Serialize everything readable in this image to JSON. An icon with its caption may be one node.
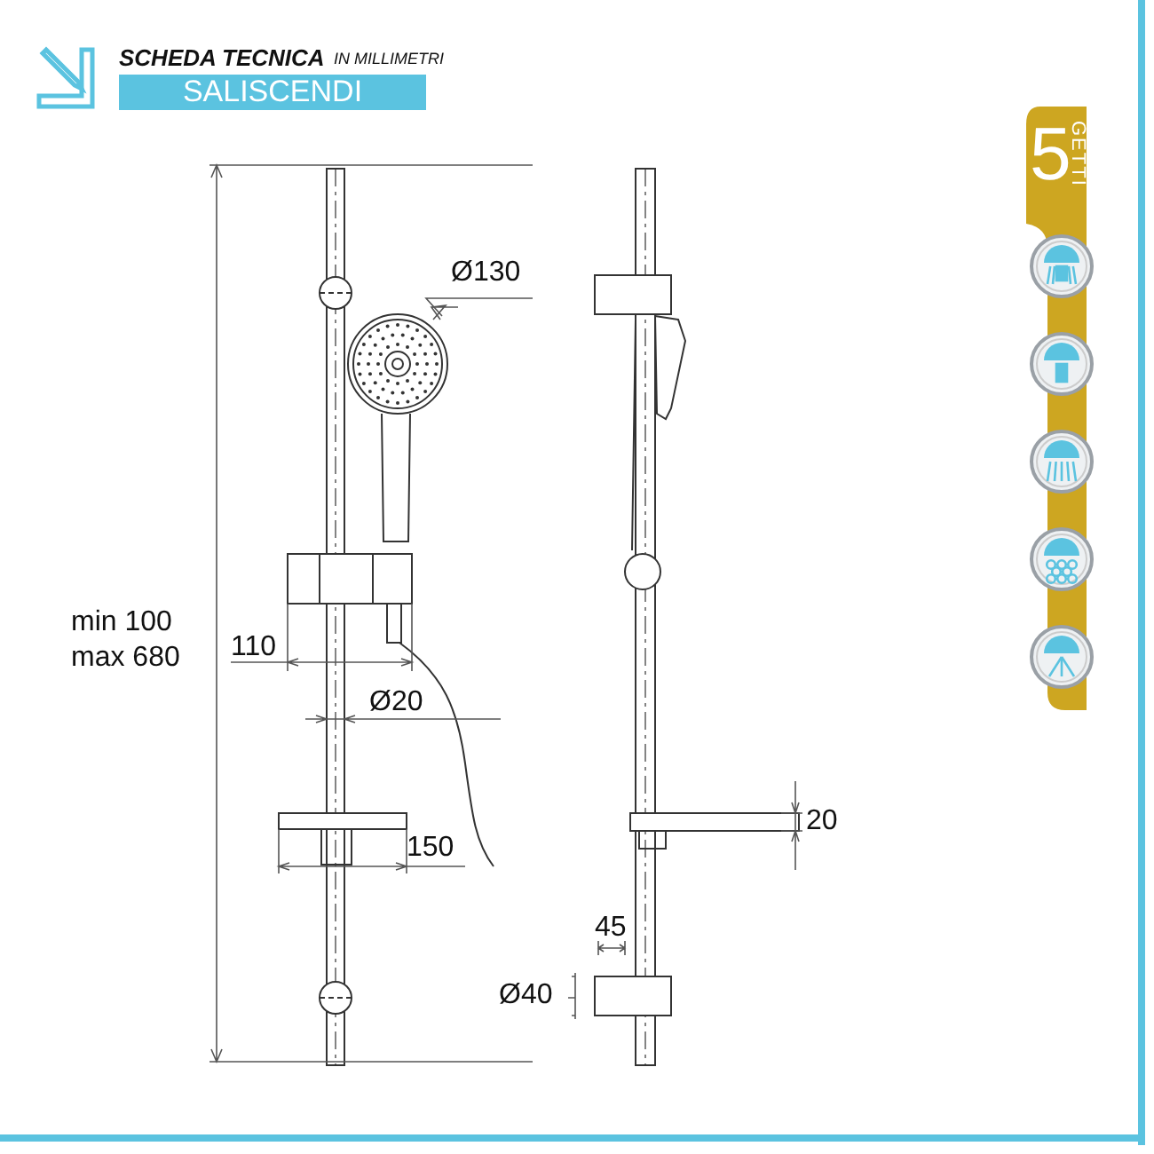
{
  "diagram": {
    "title": "SCHEDA TECNICA",
    "nodes": [
      {
        "text": [
          "SALISCENDI"
        ]
      },
      {
        "text": [
          "5",
          "GETTI"
        ]
      }
    ],
    "labels": [
      "IN MILLIMETRI",
      "Ø130",
      "min 100 max 680",
      "110",
      "Ø20",
      "150",
      "20",
      "45",
      "Ø40"
    ]
  }
}
